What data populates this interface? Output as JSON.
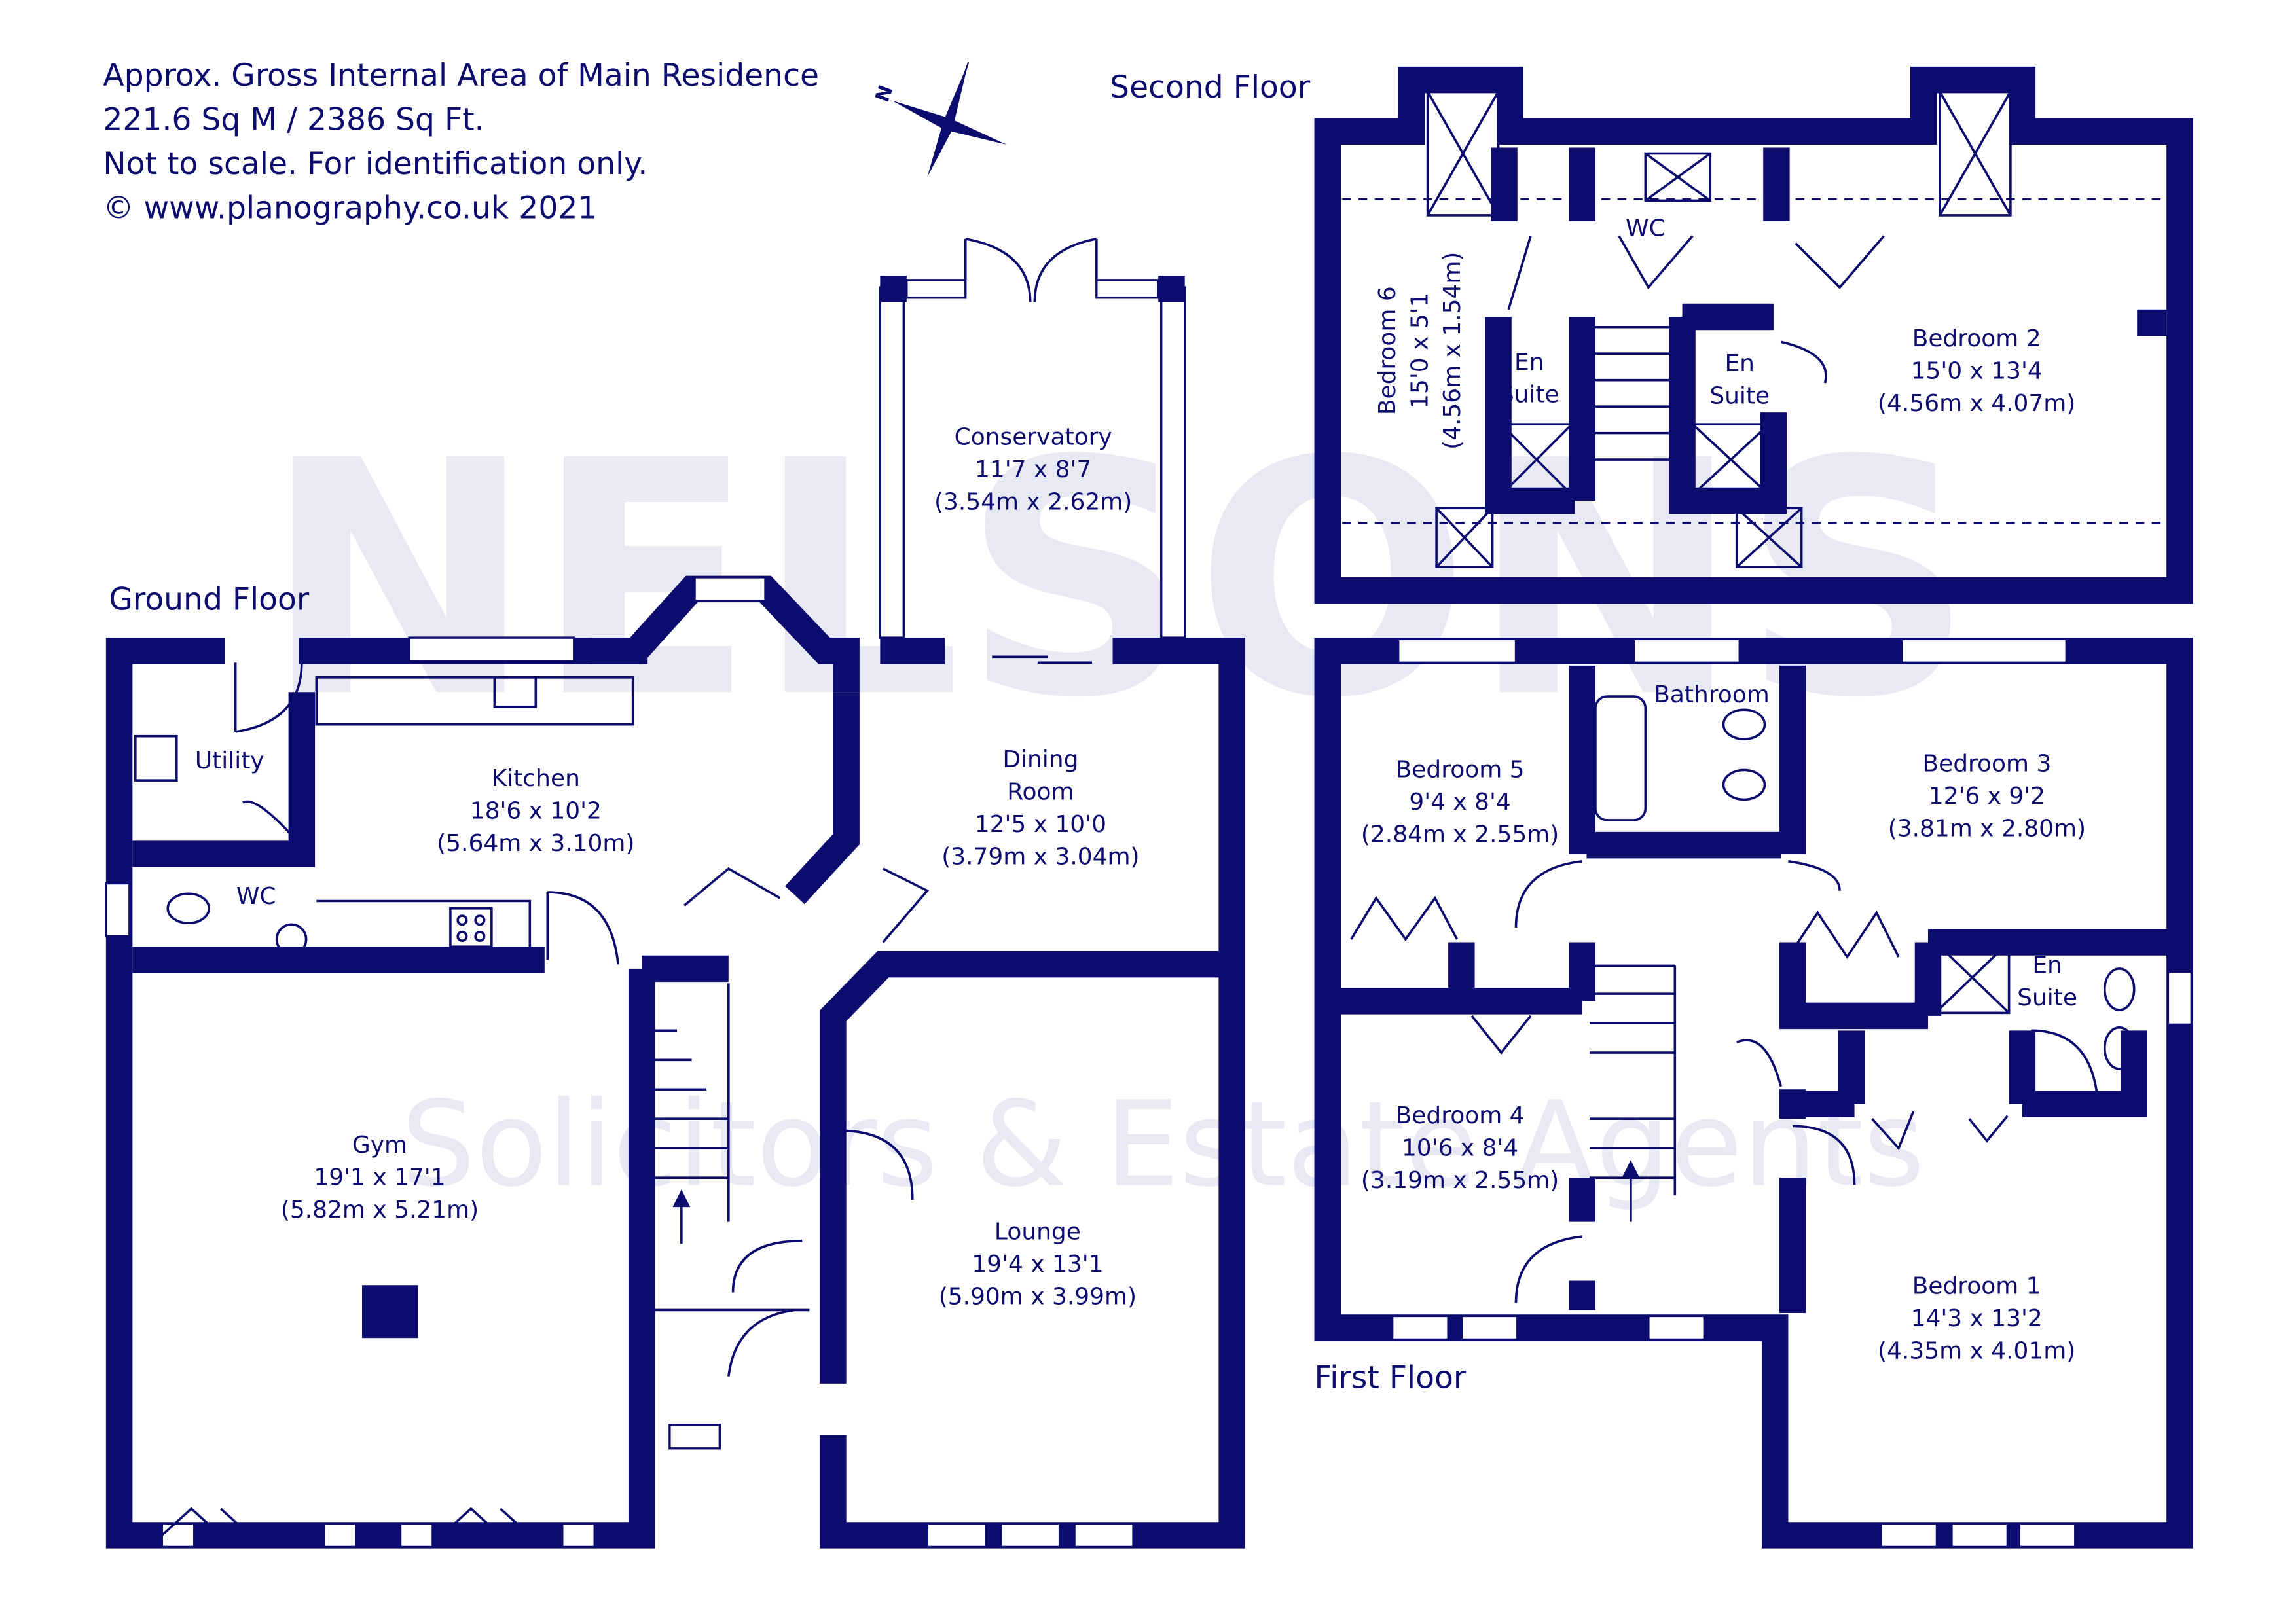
{
  "info": {
    "line1": "Approx. Gross Internal Area of Main Residence",
    "line2": "221.6 Sq M / 2386 Sq Ft.",
    "line3": "Not to scale. For identification only.",
    "line4": "© www.planography.co.uk 2021"
  },
  "compass": {
    "label": "N"
  },
  "watermark": {
    "brand": "NELSONS",
    "tagline": "Solicitors & Estate Agents"
  },
  "floors": {
    "ground": "Ground Floor",
    "first": "First Floor",
    "second": "Second Floor"
  },
  "rooms": {
    "conservatory": {
      "name": "Conservatory",
      "imperial": "11'7 x 8'7",
      "metric": "(3.54m x 2.62m)"
    },
    "kitchen": {
      "name": "Kitchen",
      "imperial": "18'6 x 10'2",
      "metric": "(5.64m x 3.10m)"
    },
    "utility": {
      "name": "Utility"
    },
    "wc_ground": {
      "name": "WC"
    },
    "dining": {
      "name1": "Dining",
      "name2": "Room",
      "imperial": "12'5 x 10'0",
      "metric": "(3.79m x 3.04m)"
    },
    "gym": {
      "name": "Gym",
      "imperial": "19'1 x 17'1",
      "metric": "(5.82m x 5.21m)"
    },
    "lounge": {
      "name": "Lounge",
      "imperial": "19'4 x 13'1",
      "metric": "(5.90m x 3.99m)"
    },
    "bedroom6": {
      "name": "Bedroom 6",
      "imperial": "15'0 x 5'1",
      "metric": "(4.56m x 1.54m)"
    },
    "wc_second": {
      "name": "WC"
    },
    "ensuite_a": {
      "name1": "En",
      "name2": "Suite"
    },
    "ensuite_b": {
      "name1": "En",
      "name2": "Suite"
    },
    "bedroom2": {
      "name": "Bedroom 2",
      "imperial": "15'0 x 13'4",
      "metric": "(4.56m x 4.07m)"
    },
    "bedroom5": {
      "name": "Bedroom 5",
      "imperial": "9'4 x 8'4",
      "metric": "(2.84m x 2.55m)"
    },
    "bathroom": {
      "name": "Bathroom"
    },
    "bedroom3": {
      "name": "Bedroom 3",
      "imperial": "12'6 x 9'2",
      "metric": "(3.81m x 2.80m)"
    },
    "ensuite_c": {
      "name1": "En",
      "name2": "Suite"
    },
    "bedroom4": {
      "name": "Bedroom 4",
      "imperial": "10'6 x 8'4",
      "metric": "(3.19m x 2.55m)"
    },
    "bedroom1": {
      "name": "Bedroom 1",
      "imperial": "14'3 x 13'2",
      "metric": "(4.35m x 4.01m)"
    }
  },
  "colors": {
    "ink": "#0c0c6e"
  }
}
